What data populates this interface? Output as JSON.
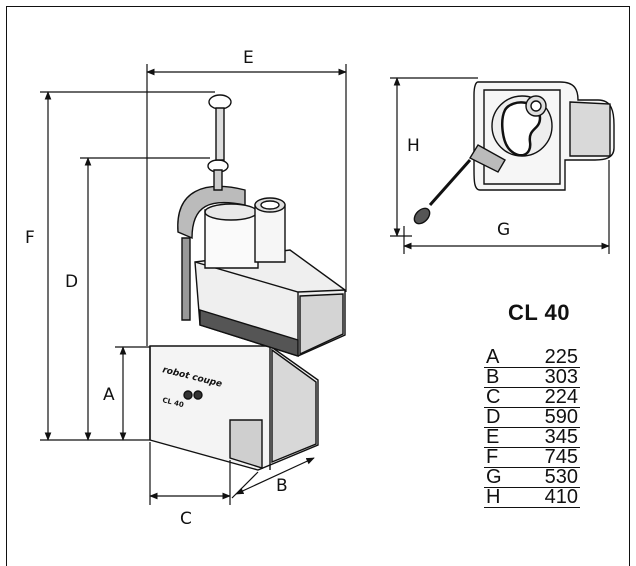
{
  "dimension_labels": {
    "A": "A",
    "B": "B",
    "C": "C",
    "D": "D",
    "E": "E",
    "F": "F",
    "G": "G",
    "H": "H"
  },
  "spec": {
    "model": "CL 40",
    "rows": [
      {
        "key": "A",
        "value": "225"
      },
      {
        "key": "B",
        "value": "303"
      },
      {
        "key": "C",
        "value": "224"
      },
      {
        "key": "D",
        "value": "590"
      },
      {
        "key": "E",
        "value": "345"
      },
      {
        "key": "F",
        "value": "745"
      },
      {
        "key": "G",
        "value": "530"
      },
      {
        "key": "H",
        "value": "410"
      }
    ]
  },
  "machine_label": {
    "brand": "robot coupe",
    "model": "CL 40"
  },
  "colors": {
    "line": "#111111",
    "fill_light": "#e8e8e8",
    "fill_mid": "#cfcfcf",
    "fill_dark": "#444444"
  }
}
